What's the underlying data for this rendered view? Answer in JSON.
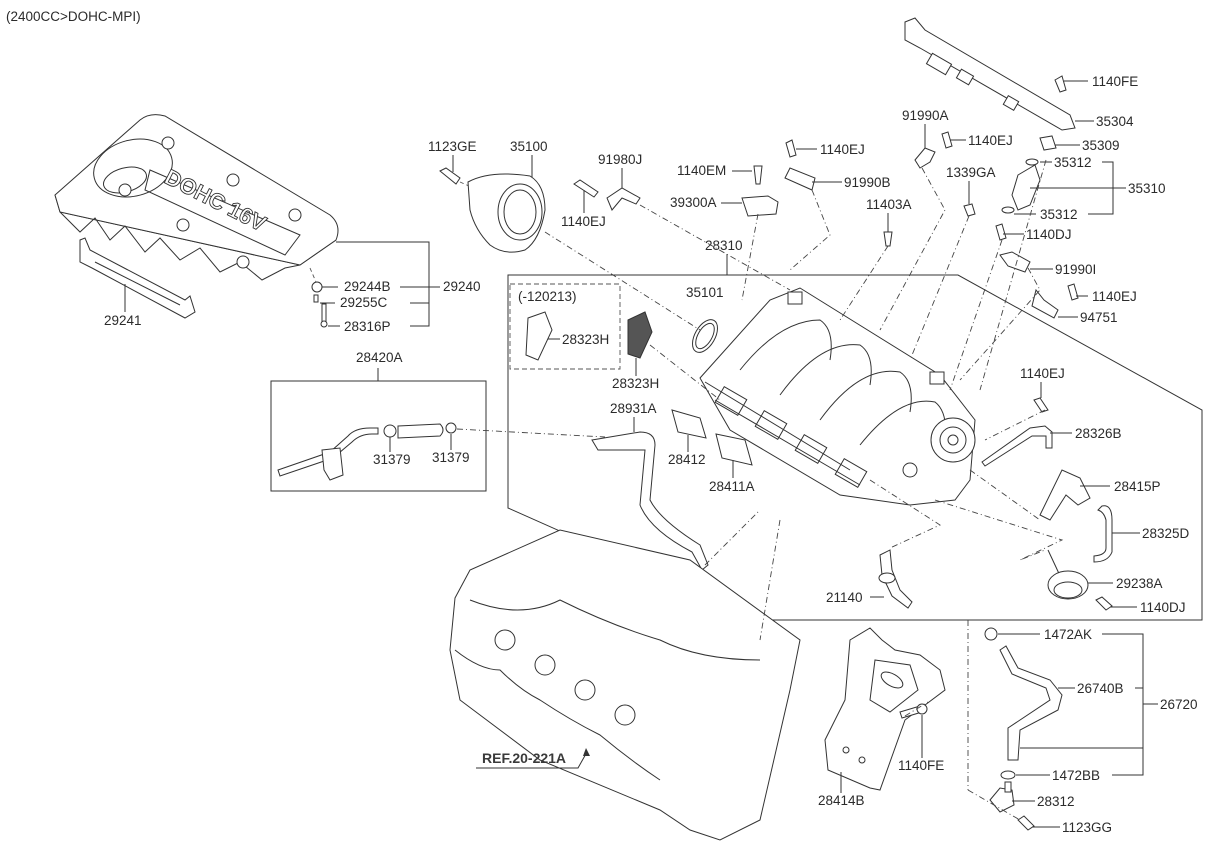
{
  "header": {
    "variant": "(2400CC>DOHC-MPI)"
  },
  "engine_cover": {
    "text": "DOHC 16V"
  },
  "reference": {
    "label": "REF.20-221A"
  },
  "inset_box": {
    "label": "(-120213)"
  },
  "labels": {
    "l1123GE": "1123GE",
    "l35100": "35100",
    "l91980J": "91980J",
    "l1140EJ_a": "1140EJ",
    "l1140EM": "1140EM",
    "l39300A": "39300A",
    "l28310": "28310",
    "l1140EJ_b": "1140EJ",
    "l91990B": "91990B",
    "l11403A": "11403A",
    "l91990A": "91990A",
    "l1140EJ_c": "1140EJ",
    "l1339GA": "1339GA",
    "l1140FE_a": "1140FE",
    "l35304": "35304",
    "l35309": "35309",
    "l35312_a": "35312",
    "l35310": "35310",
    "l35312_b": "35312",
    "l1140DJ_a": "1140DJ",
    "l91990I": "91990I",
    "l1140EJ_d": "1140EJ",
    "l94751": "94751",
    "l1140EJ_e": "1140EJ",
    "l28326B": "28326B",
    "l28415P": "28415P",
    "l28325D": "28325D",
    "l29238A": "29238A",
    "l1140DJ_b": "1140DJ",
    "l29244B": "29244B",
    "l29255C": "29255C",
    "l28316P": "28316P",
    "l29240": "29240",
    "l29241": "29241",
    "l28420A": "28420A",
    "l31379_a": "31379",
    "l31379_b": "31379",
    "l35101": "35101",
    "l28323H_a": "28323H",
    "l28323H_b": "28323H",
    "l28931A": "28931A",
    "l28412": "28412",
    "l28411A": "28411A",
    "l21140": "21140",
    "l1472AK": "1472AK",
    "l26740B": "26740B",
    "l26720": "26720",
    "l1472BB": "1472BB",
    "l28312": "28312",
    "l1123GG": "1123GG",
    "l28414B": "28414B",
    "l1140FE_b": "1140FE"
  }
}
